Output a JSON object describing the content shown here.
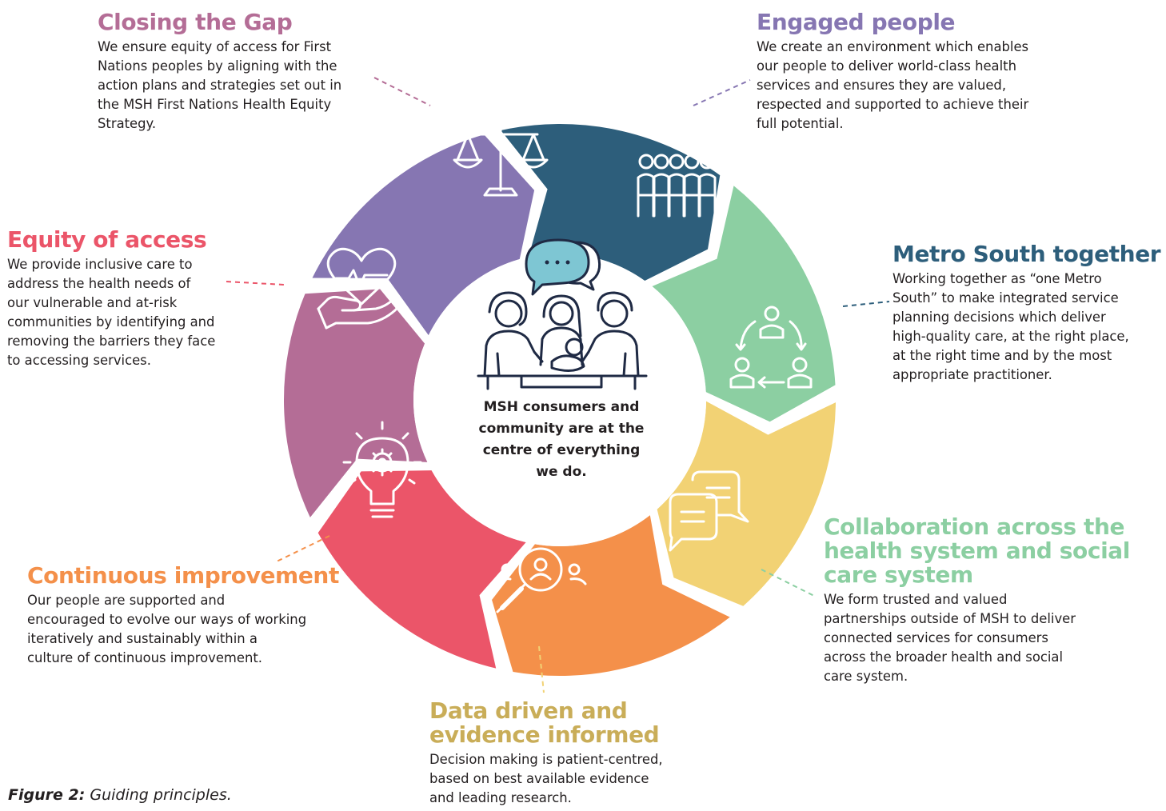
{
  "colors": {
    "closing_gap": "#b46d96",
    "engaged": "#8676b2",
    "metro": "#2d5e7b",
    "collab": "#8ccfa2",
    "data": "#f2d274",
    "continuous": "#f4904a",
    "equity": "#eb5569",
    "data_title": "#c9ad58",
    "icon_stroke": "#1f2a44",
    "bubble_fill": "#7ec6d3"
  },
  "principles": {
    "closing_gap": {
      "title": "Closing the Gap",
      "text": "We ensure equity of access for First\nNations peoples by aligning with the\naction plans and strategies set out in\nthe MSH First Nations Health Equity\nStrategy.",
      "icon": "scales-of-justice-icon"
    },
    "engaged": {
      "title": "Engaged people",
      "text": "We create an environment which enables\nour people to deliver world-class health\nservices and ensures they are valued,\nrespected and supported to achieve their\nfull potential.",
      "icon": "group-of-people-icon"
    },
    "metro": {
      "title": "Metro South together",
      "text": "Working together as “one Metro\nSouth” to make integrated service\nplanning decisions which deliver\nhigh-quality care, at the right place,\nat the right time and by the most\nappropriate practitioner.",
      "icon": "people-cycle-icon"
    },
    "collab": {
      "title": "Collaboration across the\nhealth system and social\ncare system",
      "text": "We form trusted and valued\npartnerships outside of MSH to deliver\nconnected services for consumers\nacross the broader health and social\ncare system.",
      "icon": "chat-bubbles-icon"
    },
    "data": {
      "title": "Data driven and\nevidence informed",
      "text": "Decision making is patient-centred,\nbased on best available evidence\nand leading research.",
      "icon": "magnifier-person-icon"
    },
    "continuous": {
      "title": "Continuous improvement",
      "text": "Our people are supported and\nencouraged to evolve our ways of working\niteratively and sustainably within a\nculture of continuous improvement.",
      "icon": "lightbulb-gear-icon"
    },
    "equity": {
      "title": "Equity of access",
      "text": "We provide inclusive care to\naddress the health needs of\nour vulnerable and at-risk\ncommunities by identifying and\nremoving the barriers they face\nto accessing services.",
      "icon": "heart-in-hand-icon"
    }
  },
  "center": {
    "text": "MSH consumers and\ncommunity are at the\ncentre of everything\nwe do.",
    "icon": "family-conversation-icon"
  },
  "caption": {
    "label": "Figure 2:",
    "text": " Guiding principles."
  }
}
